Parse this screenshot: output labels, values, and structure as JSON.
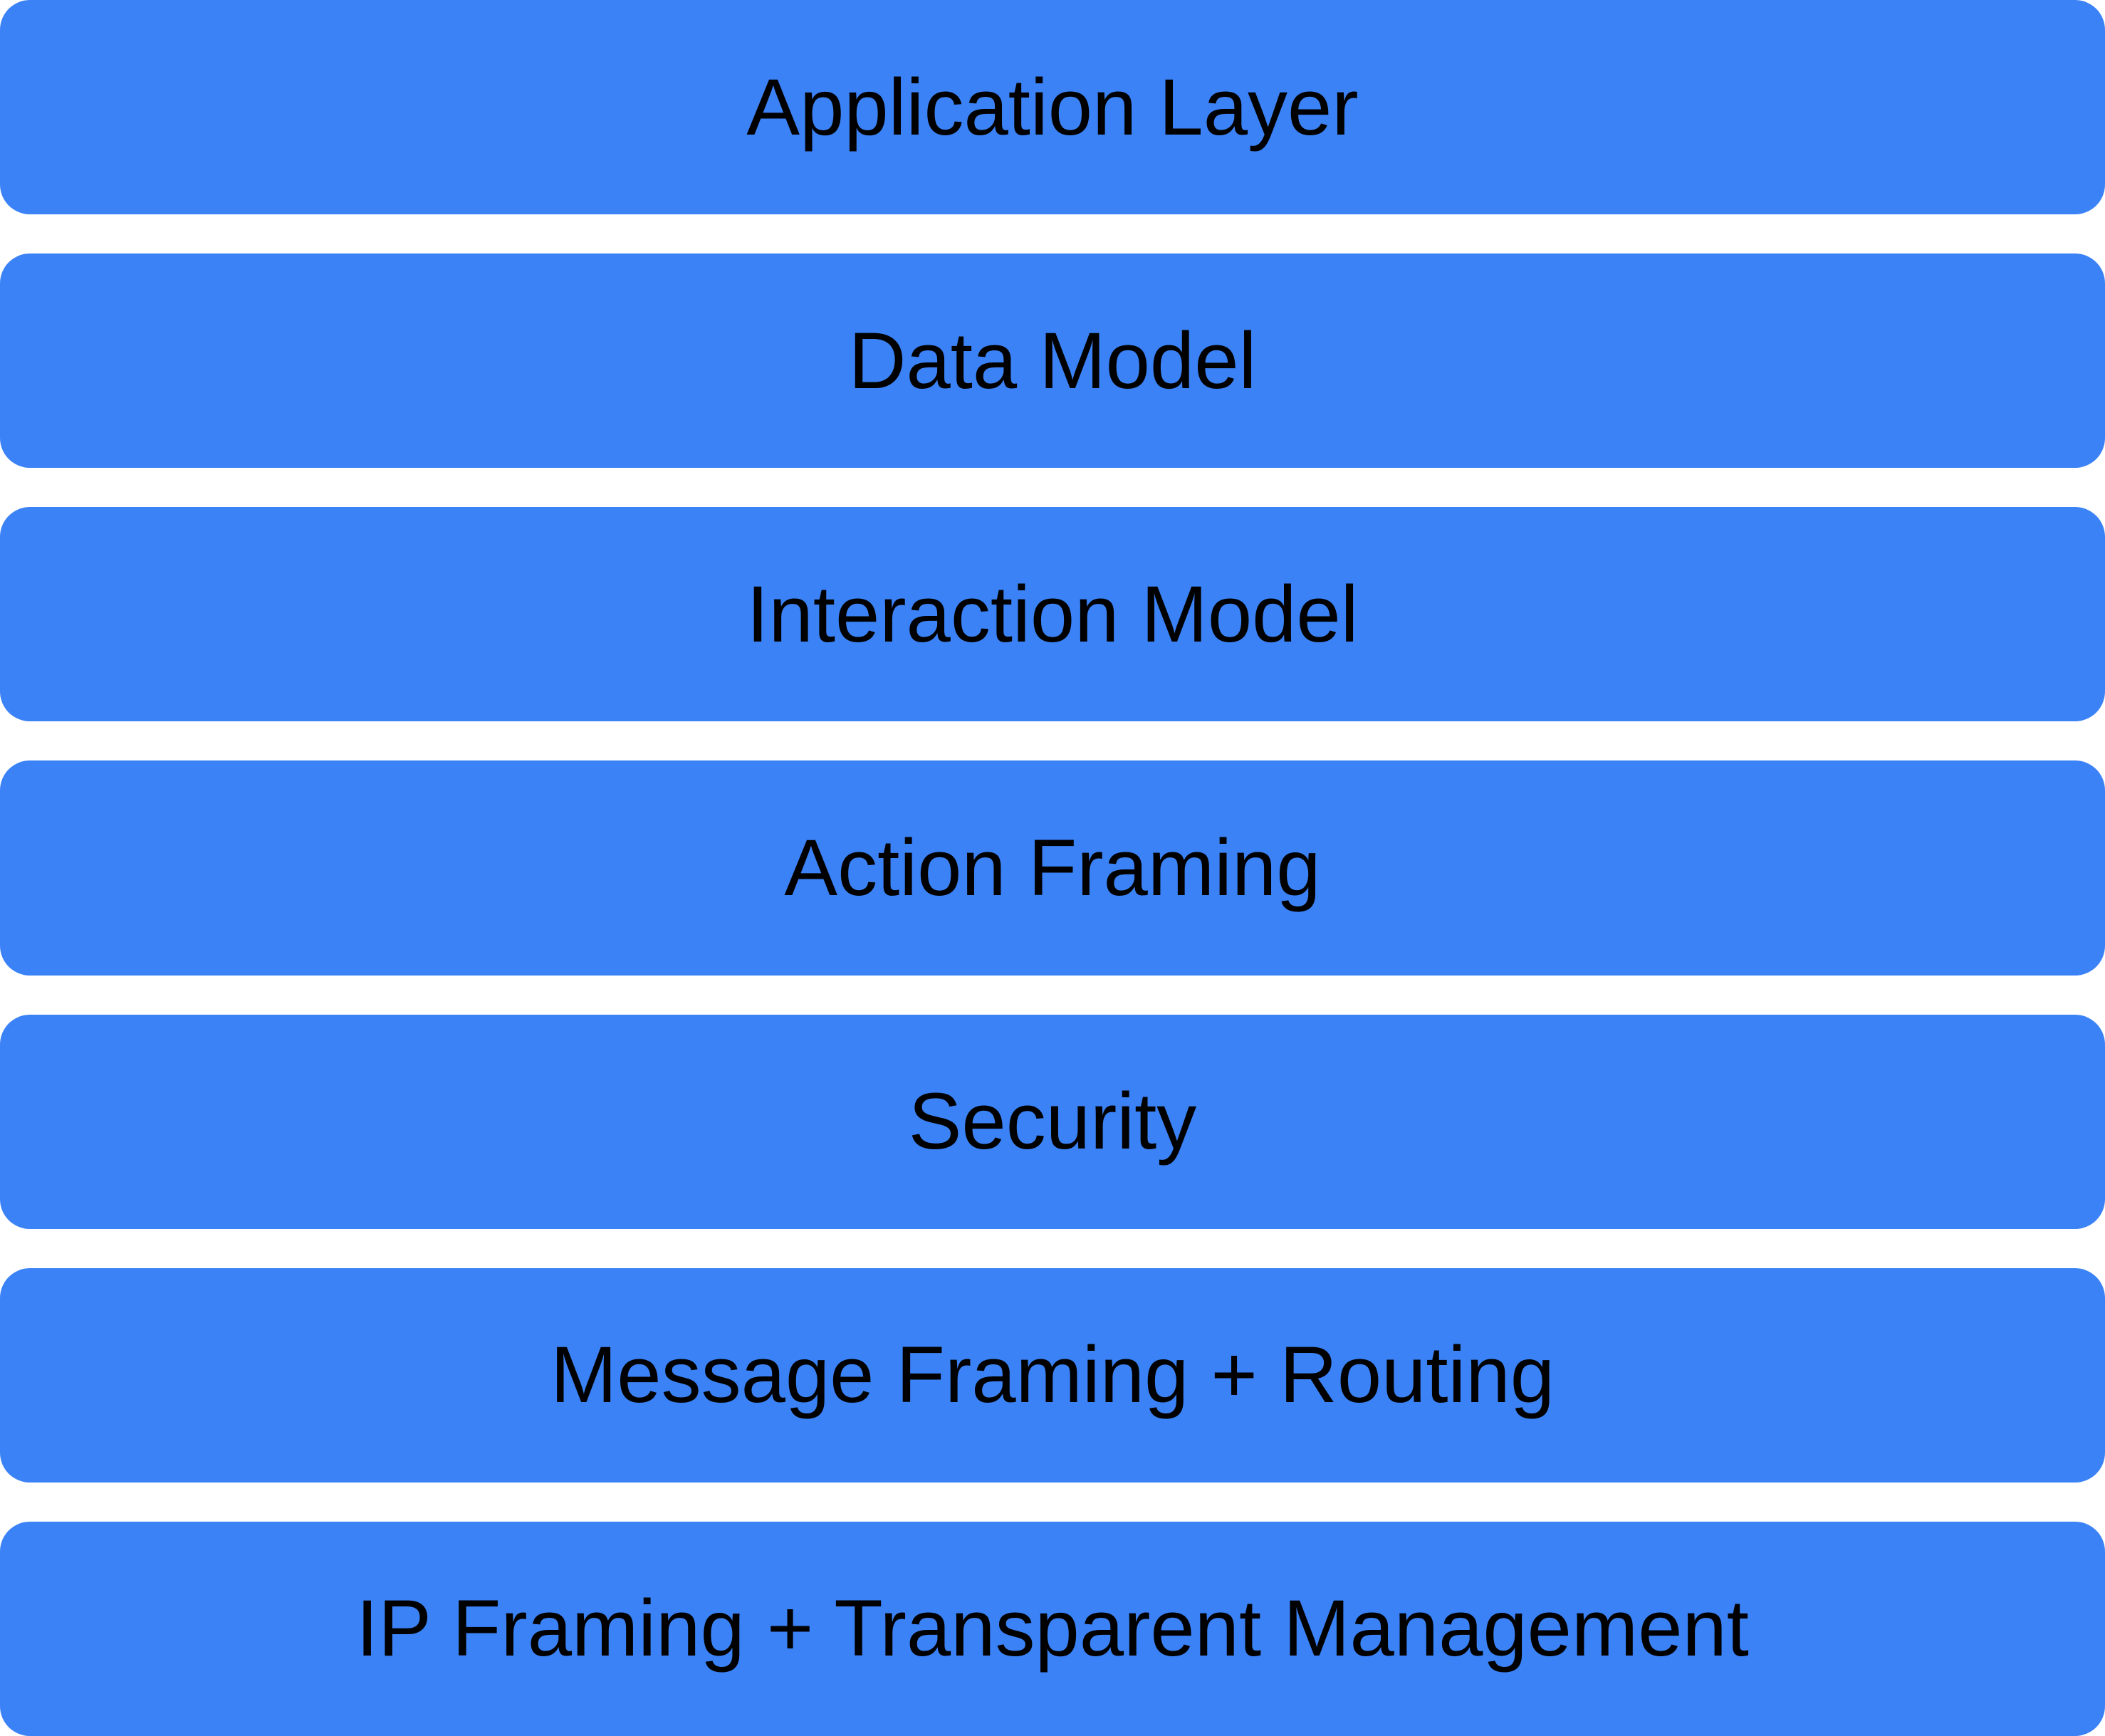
{
  "diagram": {
    "type": "layered-stack",
    "block_color": "#3b82f6",
    "text_color": "#000000",
    "background_color": "#ffffff",
    "layers": [
      {
        "label": "Application Layer"
      },
      {
        "label": "Data Model"
      },
      {
        "label": "Interaction Model"
      },
      {
        "label": "Action Framing"
      },
      {
        "label": "Security"
      },
      {
        "label": "Message Framing + Routing"
      },
      {
        "label": "IP Framing + Transparent Management"
      }
    ]
  }
}
